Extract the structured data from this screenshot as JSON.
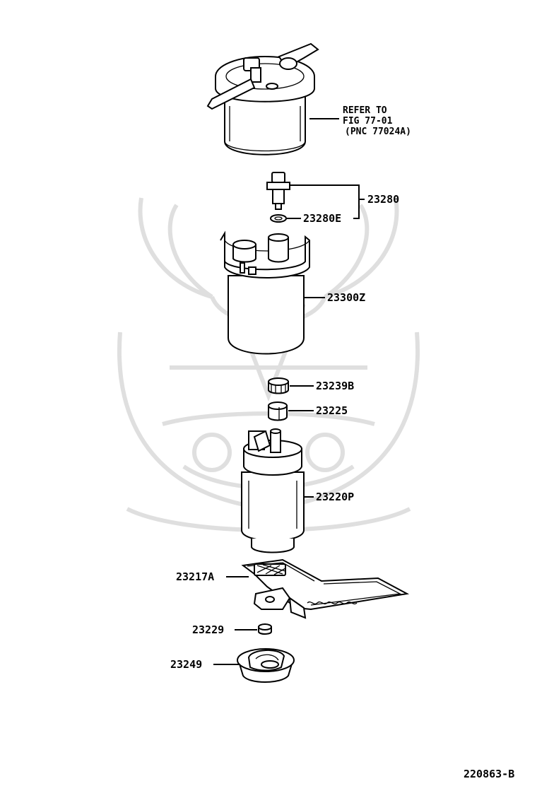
{
  "diagram": {
    "reference_note": {
      "line1": "REFER TO",
      "line2": "FIG 77-01",
      "line3": "(PNC 77024A)"
    },
    "callouts": [
      {
        "id": "23280",
        "label": "23280"
      },
      {
        "id": "23280E",
        "label": "23280E"
      },
      {
        "id": "23300Z",
        "label": "23300Z"
      },
      {
        "id": "23239B",
        "label": "23239B"
      },
      {
        "id": "23225",
        "label": "23225"
      },
      {
        "id": "23220P",
        "label": "23220P"
      },
      {
        "id": "23217A",
        "label": "23217A"
      },
      {
        "id": "23229",
        "label": "23229"
      },
      {
        "id": "23249",
        "label": "23249"
      }
    ],
    "figure_code": "220863-B"
  }
}
